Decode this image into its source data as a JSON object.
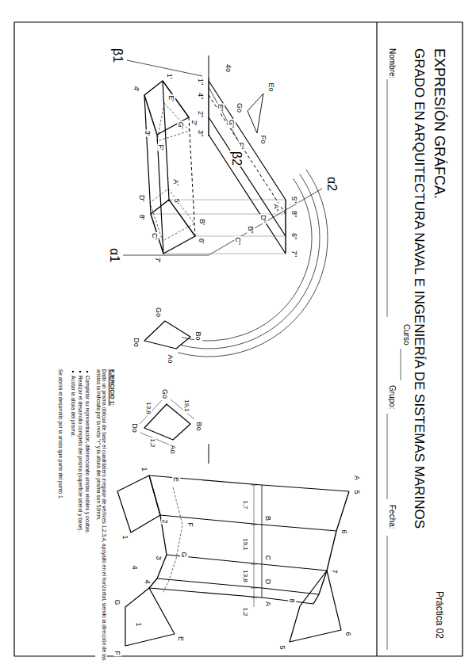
{
  "diagram": {
    "title": "EXPRESIÓN GRÁFCA.",
    "labels": [
      "GRADO EN ARQUITECTURA NAVAL E INGENIERÍA DE SISTEMAS MARINOS",
      "Práctica 02",
      "Nombre:",
      "Curso",
      "Grupo:",
      "Fecha:",
      "β1",
      "4'",
      "1'",
      "4o",
      "1\"",
      "4\"",
      "Eo",
      "E\"",
      "E'",
      "Go",
      "2\"",
      "2'",
      "Fo",
      "G'",
      "G\"",
      "3\"",
      "F\"",
      "F'",
      "3'",
      "β2",
      "α2",
      "A\"",
      "5\"",
      "D\"",
      "8\"",
      "6\"",
      "B\"",
      "C\"",
      "7\"",
      "A'",
      "D'",
      "8'",
      "5'",
      "C'",
      "B'",
      "6'",
      "7'",
      "α1",
      "Go",
      "Bo",
      "Ao",
      "Do",
      "19,1",
      "Go",
      "Bo",
      "13,8",
      "Ao",
      "Do",
      "1,2",
      "EJERCICIO 1:",
      "Dado un prisma oblicuo de base el cuadrilátero irregular de vértices 1,2,3,4, apoyado en el horizontal, siendo la dirección de las aristas la indicada por la recta \"r\" y la altura del prisma son 50mm.",
      "Completar su representación, diferenciando aristas visibles y ocultas.",
      "Realizar el desarrollo completo del prisma (superficie lateral y base).",
      "Acotar la altura del prisma.",
      "Se abrirá el desarrollo por la arista que parte del punto 1.",
      "A",
      "5",
      "6",
      "7",
      "8",
      "6",
      "5",
      "B",
      "C",
      "D",
      "A",
      "1,7",
      "19,1",
      "13,8",
      "1,2",
      "E",
      "1",
      "F",
      "2",
      "1",
      "G",
      "3",
      "4",
      "4",
      "E",
      "1",
      "G",
      "F"
    ]
  }
}
